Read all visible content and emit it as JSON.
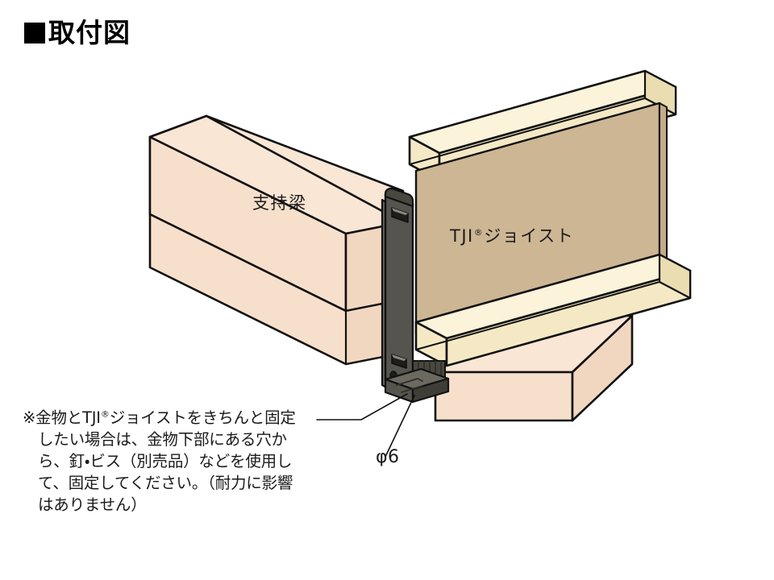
{
  "page": {
    "title_bullet": "■",
    "title": "取付図",
    "background_color": "#ffffff"
  },
  "colors": {
    "outline": "#111111",
    "beam_face_light": "#FAE6D5",
    "beam_face_mid": "#F7E0CB",
    "beam_face_dark": "#F2D7C0",
    "joist_flange_light": "#FBF3DA",
    "joist_flange_mid": "#F5E9C5",
    "joist_flange_dark": "#EADDB2",
    "joist_web": "#CDB694",
    "joist_web_edge": "#C4AB87",
    "bracket_dark": "#55544F",
    "bracket_mid": "#49483F",
    "bracket_light": "#6B6960",
    "bracket_shadow": "#2E2D29",
    "text": "#1a1a1a"
  },
  "diagram": {
    "type": "isometric-assembly-drawing",
    "labels": {
      "support_beam": "支持梁",
      "joist_pre": "TJI",
      "joist_reg": "®",
      "joist_post": "ジョイスト",
      "hole_diameter": "φ6"
    },
    "components": [
      {
        "name": "support-beam",
        "label": "支持梁",
        "description": "isometric rectangular timber beam running to upper-left with X cross-section mark on cut end"
      },
      {
        "name": "tji-joist",
        "label": "TJI®ジョイスト",
        "description": "I-joist with cream flanges top and bottom and tan web, running to upper-right"
      },
      {
        "name": "metal-hanger-bracket",
        "label": "金物",
        "description": "dark grey steel hanger with upper slot, lower slot, two φ6 round holes and ribbed bottom seat"
      },
      {
        "name": "lower-support-beam",
        "label": "",
        "description": "second timber beam passing below to lower-right"
      }
    ],
    "leaders": [
      {
        "name": "note-leader",
        "from": "note-text",
        "to": "bracket-lower-holes"
      },
      {
        "name": "diameter-leader",
        "from": "phi6-label",
        "to": "bracket-bottom-hole"
      }
    ]
  },
  "note": {
    "marker": "※",
    "lines": [
      "※金物とTJI®ジョイストをきちんと固定",
      "したい場合は、金物下部にある穴か",
      "ら、釘・ビス（別売品）などを使用し",
      "て、固定してください。（耐力に影響",
      "はありません）"
    ],
    "line1_a": "※金物と",
    "line1_b": "TJI",
    "line1_reg": "®",
    "line1_c": "ジョイストをきちんと固定",
    "line2": "したい場合は、金物下部にある穴か",
    "line3": "ら、釘・ビス（別売品）などを使用し",
    "line4": "て、固定してください。（耐力に影響",
    "line5": "はありません）"
  }
}
